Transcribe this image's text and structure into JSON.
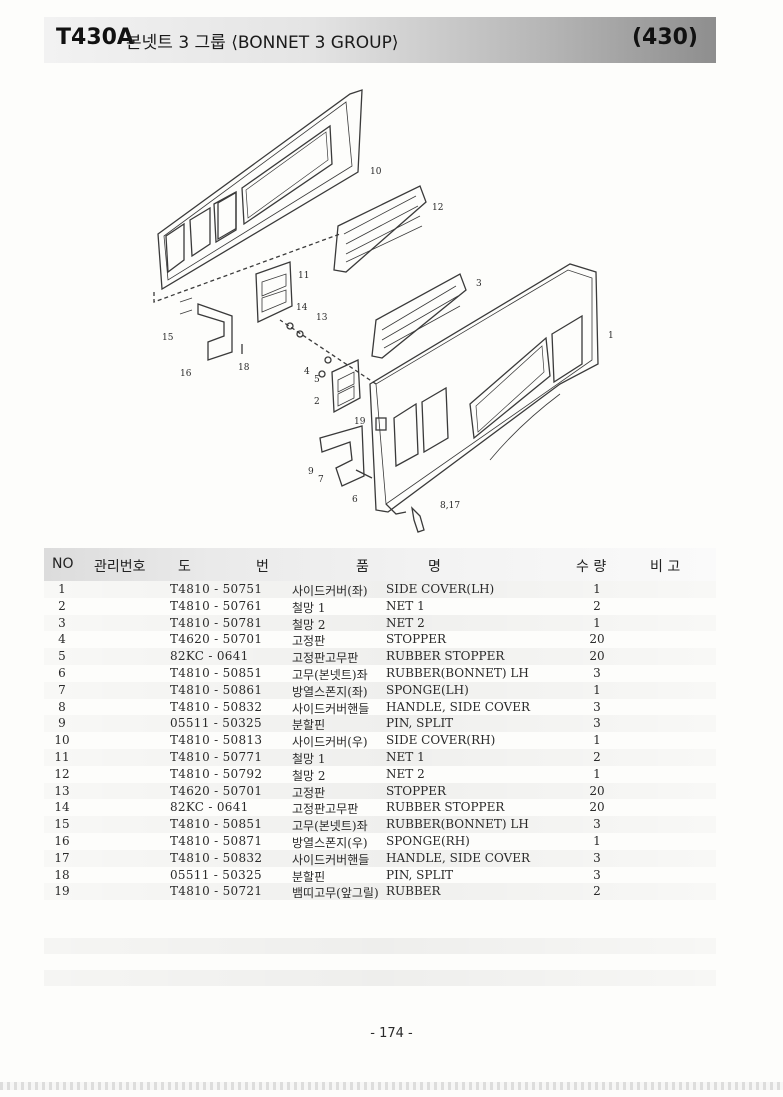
{
  "header": {
    "model_code": "T430A",
    "group_title": "본넷트 3 그룹 ⟨BONNET 3 GROUP⟩",
    "group_number": "(430)"
  },
  "diagram": {
    "callouts": [
      "10",
      "12",
      "11",
      "14",
      "13",
      "15",
      "18",
      "16",
      "3",
      "1",
      "4",
      "5",
      "2",
      "19",
      "9",
      "7",
      "6",
      "8,17"
    ]
  },
  "table": {
    "headers": {
      "no": "NO",
      "mgmt": "관리번호",
      "drawing": "도",
      "drawing2": "번",
      "item": "품",
      "name": "명",
      "qty": "수 량",
      "remark": "비 고"
    },
    "rows": [
      {
        "no": "1",
        "part": "T4810 - 50751",
        "ko": "사이드커버(좌)",
        "en": "SIDE COVER(LH)",
        "qty": "1"
      },
      {
        "no": "2",
        "part": "T4810 - 50761",
        "ko": "철망 1",
        "en": "NET 1",
        "qty": "2"
      },
      {
        "no": "3",
        "part": "T4810 - 50781",
        "ko": "철망 2",
        "en": "NET 2",
        "qty": "1"
      },
      {
        "no": "4",
        "part": "T4620 - 50701",
        "ko": "고정판",
        "en": "STOPPER",
        "qty": "20"
      },
      {
        "no": "5",
        "part": "82KC - 0641",
        "ko": "고정판고무판",
        "en": "RUBBER STOPPER",
        "qty": "20"
      },
      {
        "no": "6",
        "part": "T4810 - 50851",
        "ko": "고무(본넷트)좌",
        "en": "RUBBER(BONNET) LH",
        "qty": "3"
      },
      {
        "no": "7",
        "part": "T4810 - 50861",
        "ko": "방열스폰지(좌)",
        "en": "SPONGE(LH)",
        "qty": "1"
      },
      {
        "no": "8",
        "part": "T4810 - 50832",
        "ko": "사이드커버핸들",
        "en": "HANDLE, SIDE COVER",
        "qty": "3"
      },
      {
        "no": "9",
        "part": "05511 - 50325",
        "ko": "분할핀",
        "en": "PIN, SPLIT",
        "qty": "3"
      },
      {
        "no": "10",
        "part": "T4810 - 50813",
        "ko": "사이드커버(우)",
        "en": "SIDE COVER(RH)",
        "qty": "1"
      },
      {
        "no": "11",
        "part": "T4810 - 50771",
        "ko": "철망 1",
        "en": "NET 1",
        "qty": "2"
      },
      {
        "no": "12",
        "part": "T4810 - 50792",
        "ko": "철망 2",
        "en": "NET 2",
        "qty": "1"
      },
      {
        "no": "13",
        "part": "T4620 - 50701",
        "ko": "고정판",
        "en": "STOPPER",
        "qty": "20"
      },
      {
        "no": "14",
        "part": "82KC - 0641",
        "ko": "고정판고무판",
        "en": "RUBBER STOPPER",
        "qty": "20"
      },
      {
        "no": "15",
        "part": "T4810 - 50851",
        "ko": "고무(본넷트)좌",
        "en": "RUBBER(BONNET) LH",
        "qty": "3"
      },
      {
        "no": "16",
        "part": "T4810 - 50871",
        "ko": "방열스폰지(우)",
        "en": "SPONGE(RH)",
        "qty": "1"
      },
      {
        "no": "17",
        "part": "T4810 - 50832",
        "ko": "사이드커버핸들",
        "en": "HANDLE, SIDE COVER",
        "qty": "3"
      },
      {
        "no": "18",
        "part": "05511 - 50325",
        "ko": "분할핀",
        "en": "PIN, SPLIT",
        "qty": "3"
      },
      {
        "no": "19",
        "part": "T4810 - 50721",
        "ko": "뱀띠고무(앞그릴)",
        "en": "RUBBER",
        "qty": "2"
      }
    ]
  },
  "page_number": "- 174 -"
}
